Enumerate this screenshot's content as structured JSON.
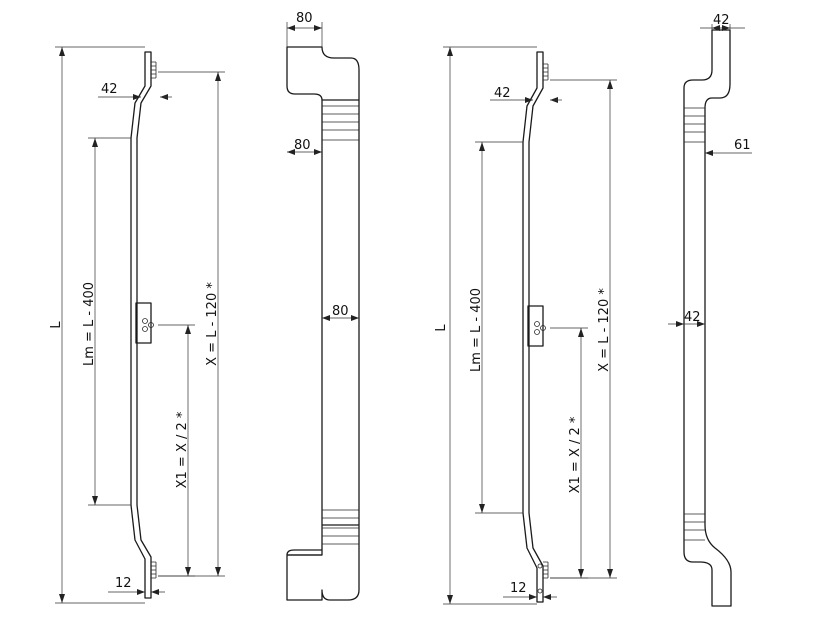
{
  "dimensions": {
    "left_view": {
      "overall": "L",
      "top_offset": "42",
      "rod_length": "Lm = L - 400",
      "center_offset": "X = L - 120 *",
      "half_offset": "X1 = X / 2 *",
      "bottom_offset": "12"
    },
    "left_profile": {
      "top_width": "80",
      "top_step": "80",
      "body_width": "80"
    },
    "right_view": {
      "overall": "L",
      "top_offset": "42",
      "rod_length": "Lm = L - 400",
      "center_offset": "X = L - 120 *",
      "half_offset": "X1 = X / 2 *",
      "bottom_offset": "12"
    },
    "right_profile": {
      "top_width": "42",
      "step_width": "61",
      "body_width": "42"
    }
  }
}
